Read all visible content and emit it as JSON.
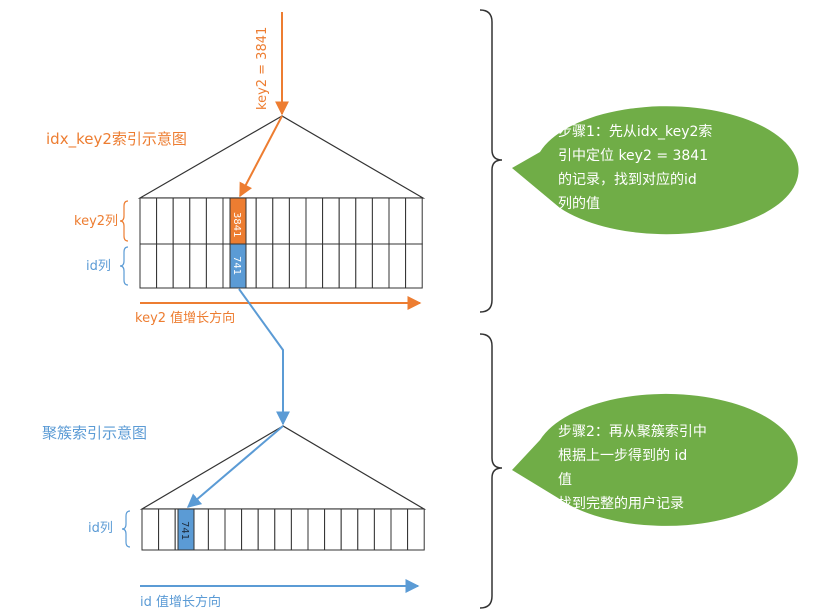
{
  "colors": {
    "orange": "#ED7D31",
    "blue": "#5B9BD5",
    "green": "#70AD47",
    "line": "#333333"
  },
  "top_diagram": {
    "title": "idx_key2索引示意图",
    "lookup_label": "key2 = 3841",
    "row1_label": "key2列",
    "row2_label": "id列",
    "key_value": "3841",
    "id_value": "741",
    "axis_label": "key2 值增长方向"
  },
  "bottom_diagram": {
    "title": "聚簇索引示意图",
    "row_label": "id列",
    "id_value": "741",
    "axis_label": "id 值增长方向"
  },
  "steps": [
    {
      "lines": [
        "步骤1：先从idx_key2索",
        "引中定位 key2 = 3841",
        "的记录，找到对应的id",
        "列的值"
      ]
    },
    {
      "lines": [
        "步骤2：再从聚簇索引中",
        "根据上一步得到的 id",
        "值",
        "找到完整的用户记录"
      ]
    }
  ]
}
